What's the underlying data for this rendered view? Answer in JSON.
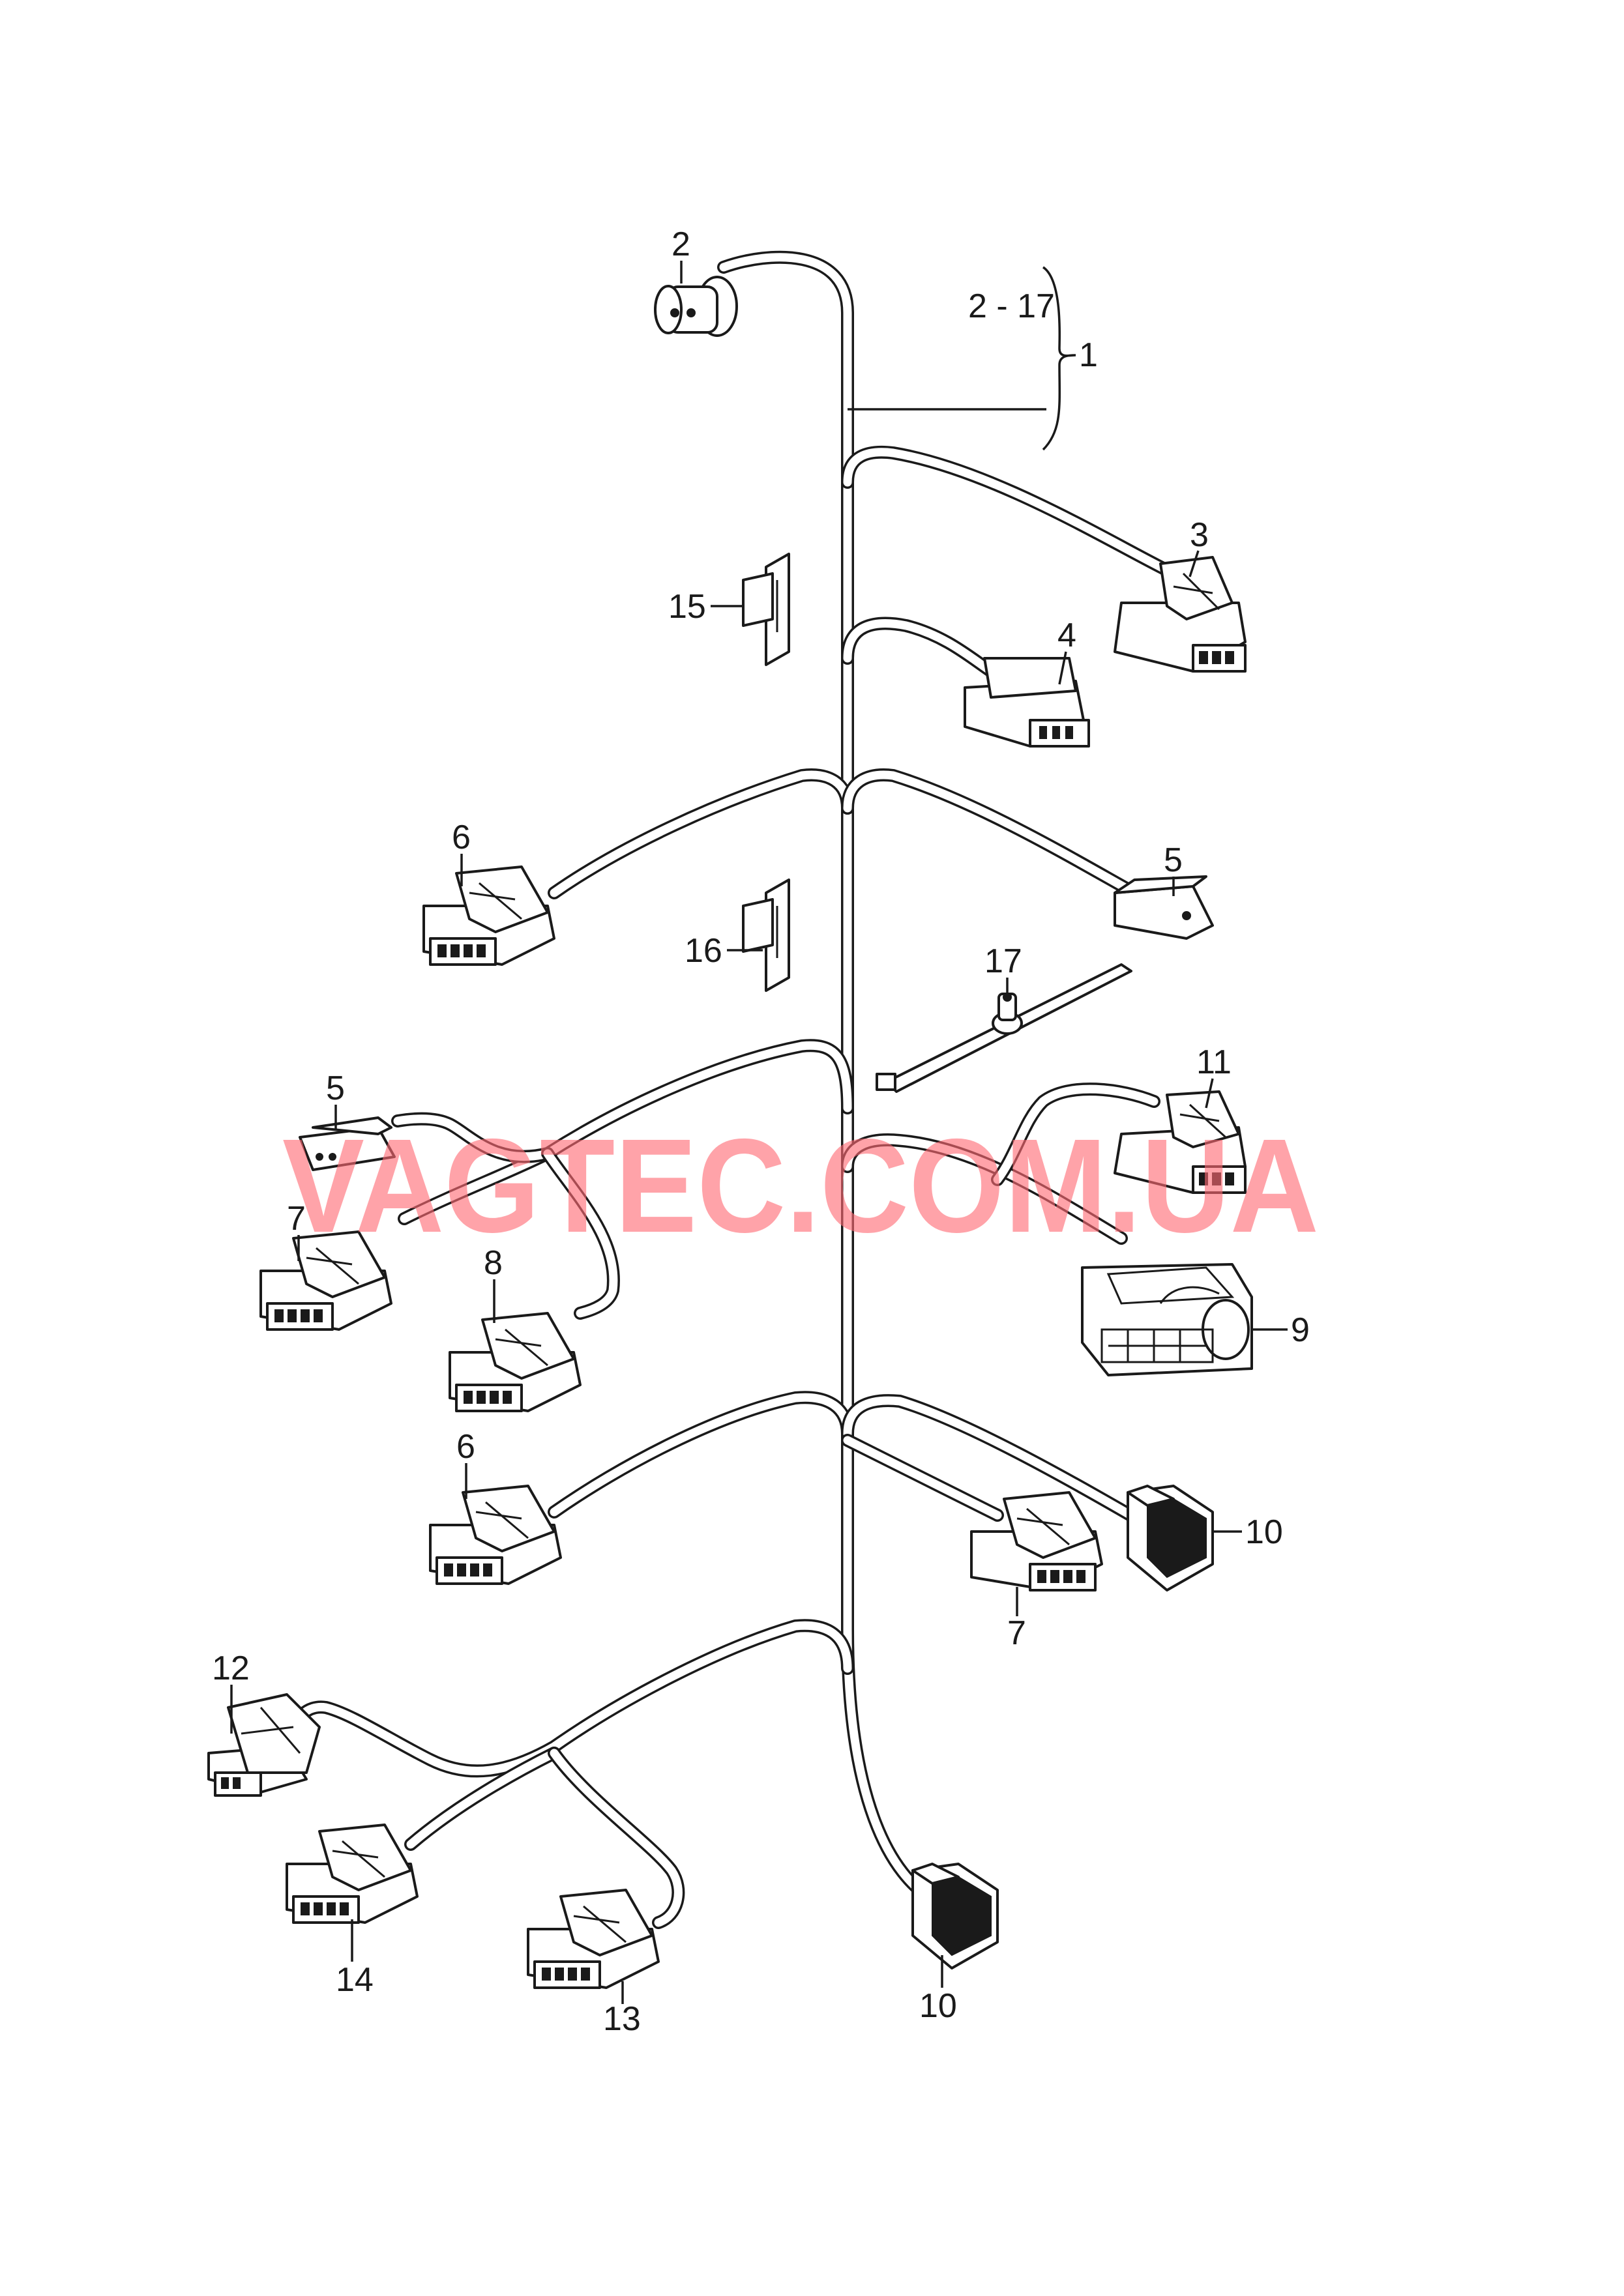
{
  "watermark": "VAGTEC.COM.UA",
  "range_label": "2 - 17",
  "callouts": {
    "c1": "1",
    "c2": "2",
    "c3": "3",
    "c4": "4",
    "c5a": "5",
    "c5b": "5",
    "c6a": "6",
    "c6b": "6",
    "c7a": "7",
    "c7b": "7",
    "c8": "8",
    "c9": "9",
    "c10a": "10",
    "c10b": "10",
    "c11": "11",
    "c12": "12",
    "c13": "13",
    "c14": "14",
    "c15": "15",
    "c16": "16",
    "c17": "17"
  },
  "colors": {
    "line": "#1a1a1a",
    "watermark": "#ff6b74",
    "background": "#ffffff"
  }
}
